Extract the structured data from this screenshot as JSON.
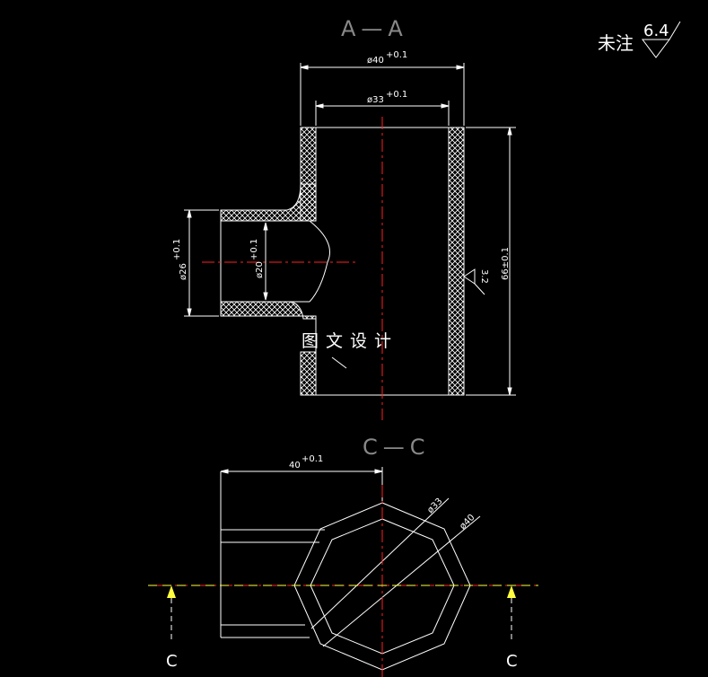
{
  "section_aa": {
    "title": "A—A",
    "dim_top_outer": "ø40",
    "dim_top_outer_tol": "+0.1",
    "dim_top_inner": "ø33",
    "dim_top_inner_tol": "+0.1",
    "dim_left_outer": "ø26",
    "dim_left_outer_tol": "+0.1",
    "dim_left_inner": "ø20",
    "dim_left_inner_tol": "+0.1",
    "dim_height": "66±0.1",
    "roughness_local": "3.2"
  },
  "note": {
    "label": "未注",
    "roughness": "6.4"
  },
  "watermark": "图文设计",
  "section_cc": {
    "title": "C—C",
    "dim_length": "40",
    "dim_length_tol": "+0.1",
    "dim_inner": "ø33",
    "dim_outer": "ø40",
    "cut_label_left": "C",
    "cut_label_right": "C"
  },
  "colors": {
    "background": "#000000",
    "outline": "#ffffff",
    "center_line": "#ff2020",
    "hatch": "#ffffff",
    "cut_marker": "#ffff40",
    "title": "#888888"
  }
}
